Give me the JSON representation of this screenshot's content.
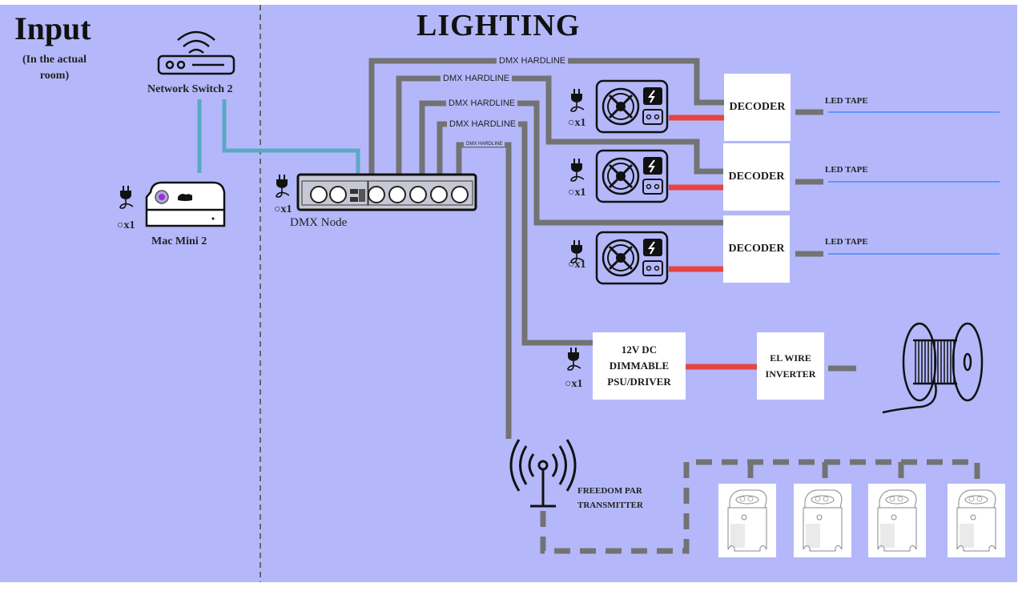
{
  "sections": {
    "input": {
      "title": "Input",
      "subtitle": "(In the actual room)"
    },
    "lighting": {
      "title": "LIGHTING"
    }
  },
  "colors": {
    "background": "#b4b8fa",
    "network_cable": "#5aa9c4",
    "dmx_cable": "#737373",
    "power_cable": "#e8433f",
    "led_glow": "#3a7bf5"
  },
  "devices": {
    "network_switch": {
      "label": "Network Switch 2"
    },
    "mac_mini": {
      "label": "Mac Mini 2",
      "qty": "○x1"
    },
    "dmx_node": {
      "label": "DMX Node",
      "qty": "○x1"
    },
    "psus": [
      {
        "qty": "○x1"
      },
      {
        "qty": "○x1"
      },
      {
        "qty": "○x1"
      }
    ],
    "decoders": [
      {
        "label": "DECODER",
        "output": "LED TAPE"
      },
      {
        "label": "DECODER",
        "output": "LED TAPE"
      },
      {
        "label": "DECODER",
        "output": "LED TAPE"
      }
    ],
    "dimmable_driver": {
      "line1": "12V DC",
      "line2": "DIMMABLE",
      "line3": "PSU/DRIVER",
      "qty": "○x1"
    },
    "el_inverter": {
      "line1": "EL WIRE",
      "line2": "INVERTER"
    },
    "transmitter": {
      "line1": "FREEDOM PAR",
      "line2": "TRANSMITTER"
    },
    "freedom_pars": {
      "count": 4
    }
  },
  "cables": {
    "dmx_labels": [
      "DMX HARDLINE",
      "DMX HARDLINE",
      "DMX HARDLINE",
      "DMX HARDLINE",
      "DMX HARDLINE"
    ]
  }
}
